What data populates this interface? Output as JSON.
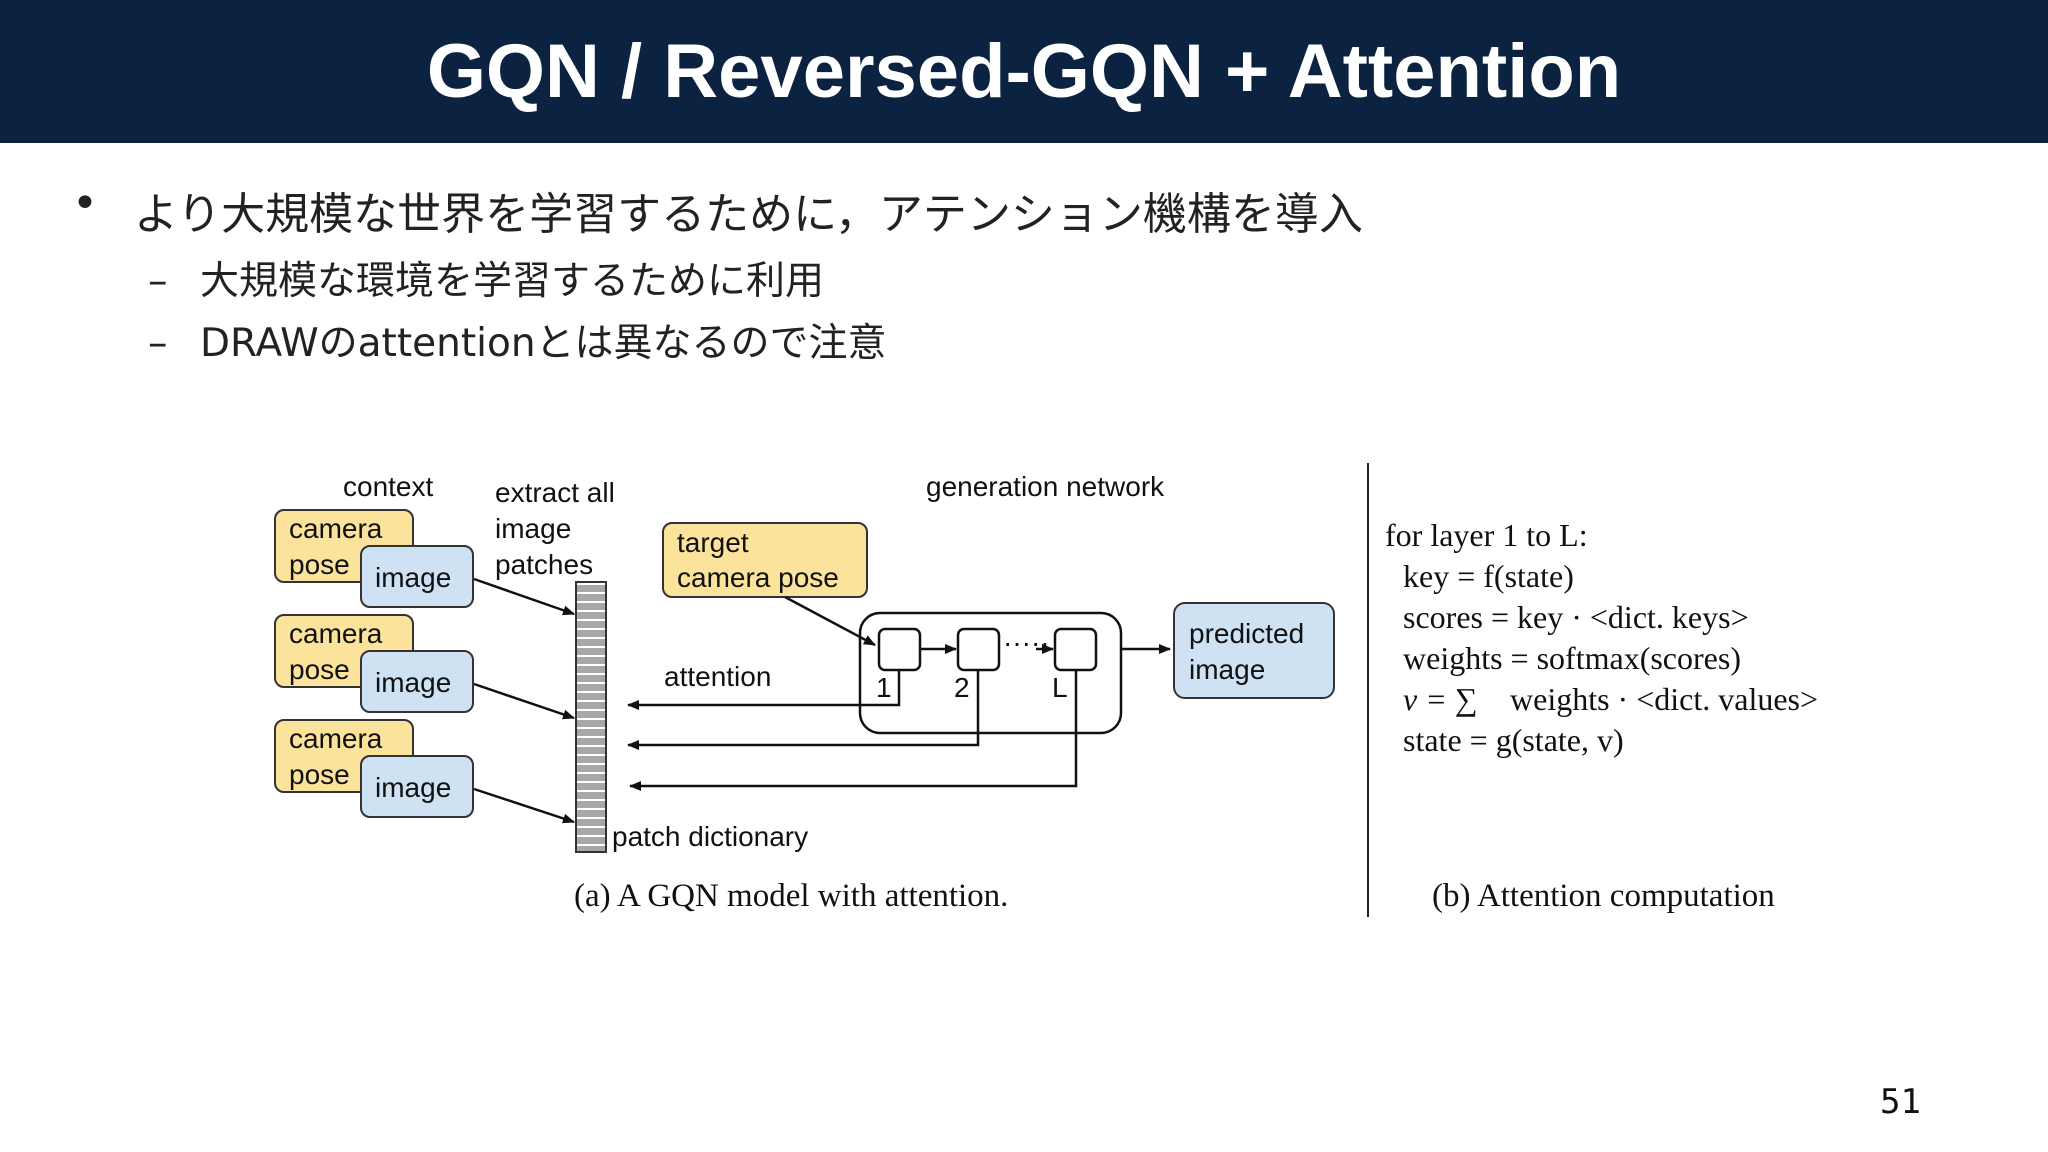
{
  "slide": {
    "title": "GQN / Reversed-GQN + Attention",
    "bullets": {
      "main": "より大規模な世界を学習するために，アテンション機構を導入",
      "sub1": "大規模な環境を学習するために利用",
      "sub2": "DRAWのattentionとは異なるので注意"
    },
    "page_number": "51"
  },
  "figure": {
    "context_label": "context",
    "extract_label": [
      "extract all",
      "image",
      "patches"
    ],
    "generation_label": "generation  network",
    "context_pairs": [
      {
        "pose": [
          "camera",
          "pose"
        ],
        "image": "image"
      },
      {
        "pose": [
          "camera",
          "pose"
        ],
        "image": "image"
      },
      {
        "pose": [
          "camera",
          "pose"
        ],
        "image": "image"
      }
    ],
    "target_pose": [
      "target",
      "camera pose"
    ],
    "attention_label": "attention",
    "layer_labels": [
      "1",
      "2",
      "L"
    ],
    "dots": "·····",
    "predicted": [
      "predicted",
      "image"
    ],
    "patch_dictionary_label": "patch dictionary",
    "caption_a": "(a) A GQN model with attention.",
    "caption_b": "(b) Attention computation",
    "algorithm": [
      "for layer 1 to L:",
      "key = f(state)",
      "scores = key · <dict. keys>",
      "weights = softmax(scores)",
      "weights · <dict. values>",
      "state = g(state, v)"
    ],
    "algorithm_v_prefix": "v = ∑",
    "colors": {
      "title_bg": "#0b2240",
      "pose_fill": "#fbe39b",
      "image_fill": "#cfe2f3",
      "dictionary_fill": "#9a9a9a"
    }
  }
}
